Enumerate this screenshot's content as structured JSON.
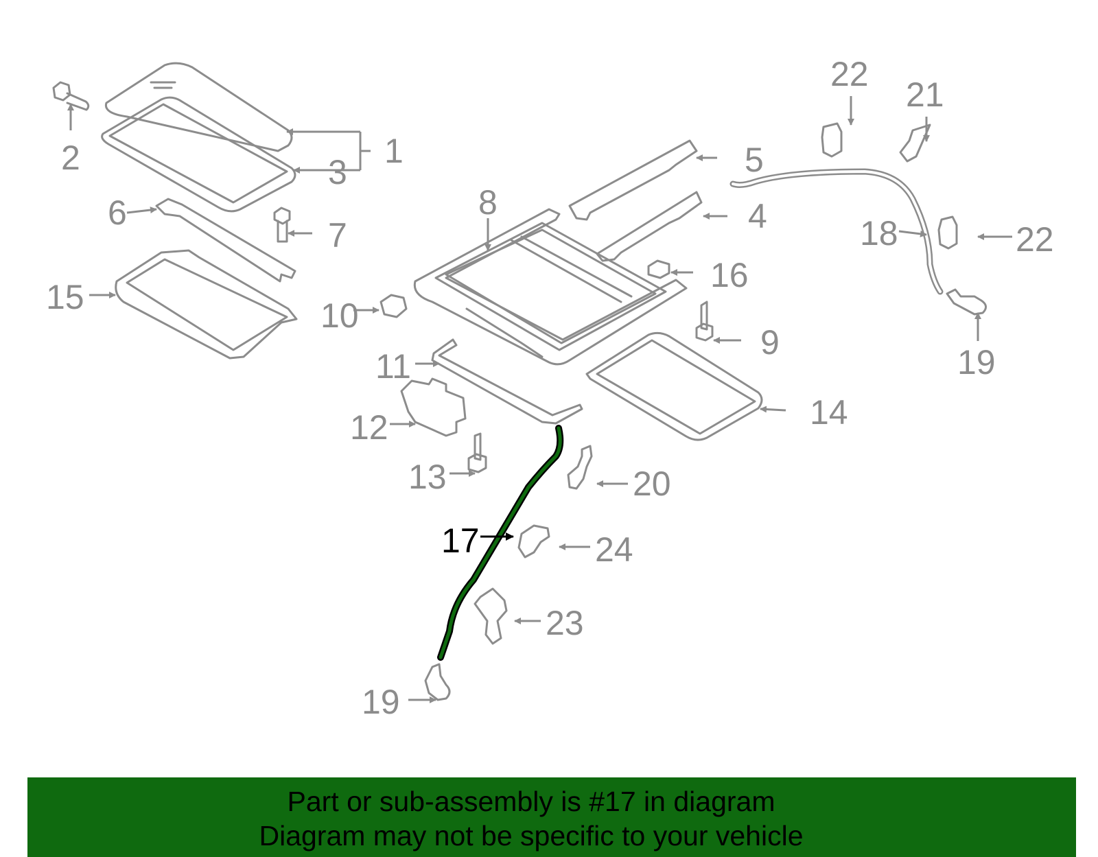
{
  "diagram": {
    "highlight_color": "#0f6a0f",
    "line_color": "#8c8c8c",
    "callouts": {
      "c1": "1",
      "c2": "2",
      "c3": "3",
      "c4": "4",
      "c5": "5",
      "c6": "6",
      "c7": "7",
      "c8": "8",
      "c9": "9",
      "c10": "10",
      "c11": "11",
      "c12": "12",
      "c13": "13",
      "c14": "14",
      "c15": "15",
      "c16": "16",
      "c17": "17",
      "c18": "18",
      "c19a": "19",
      "c19b": "19",
      "c20": "20",
      "c21": "21",
      "c22a": "22",
      "c22b": "22",
      "c23": "23",
      "c24": "24"
    }
  },
  "footer": {
    "line1": "Part or sub-assembly is #17 in diagram",
    "line2": "Diagram may not be specific to your vehicle"
  }
}
